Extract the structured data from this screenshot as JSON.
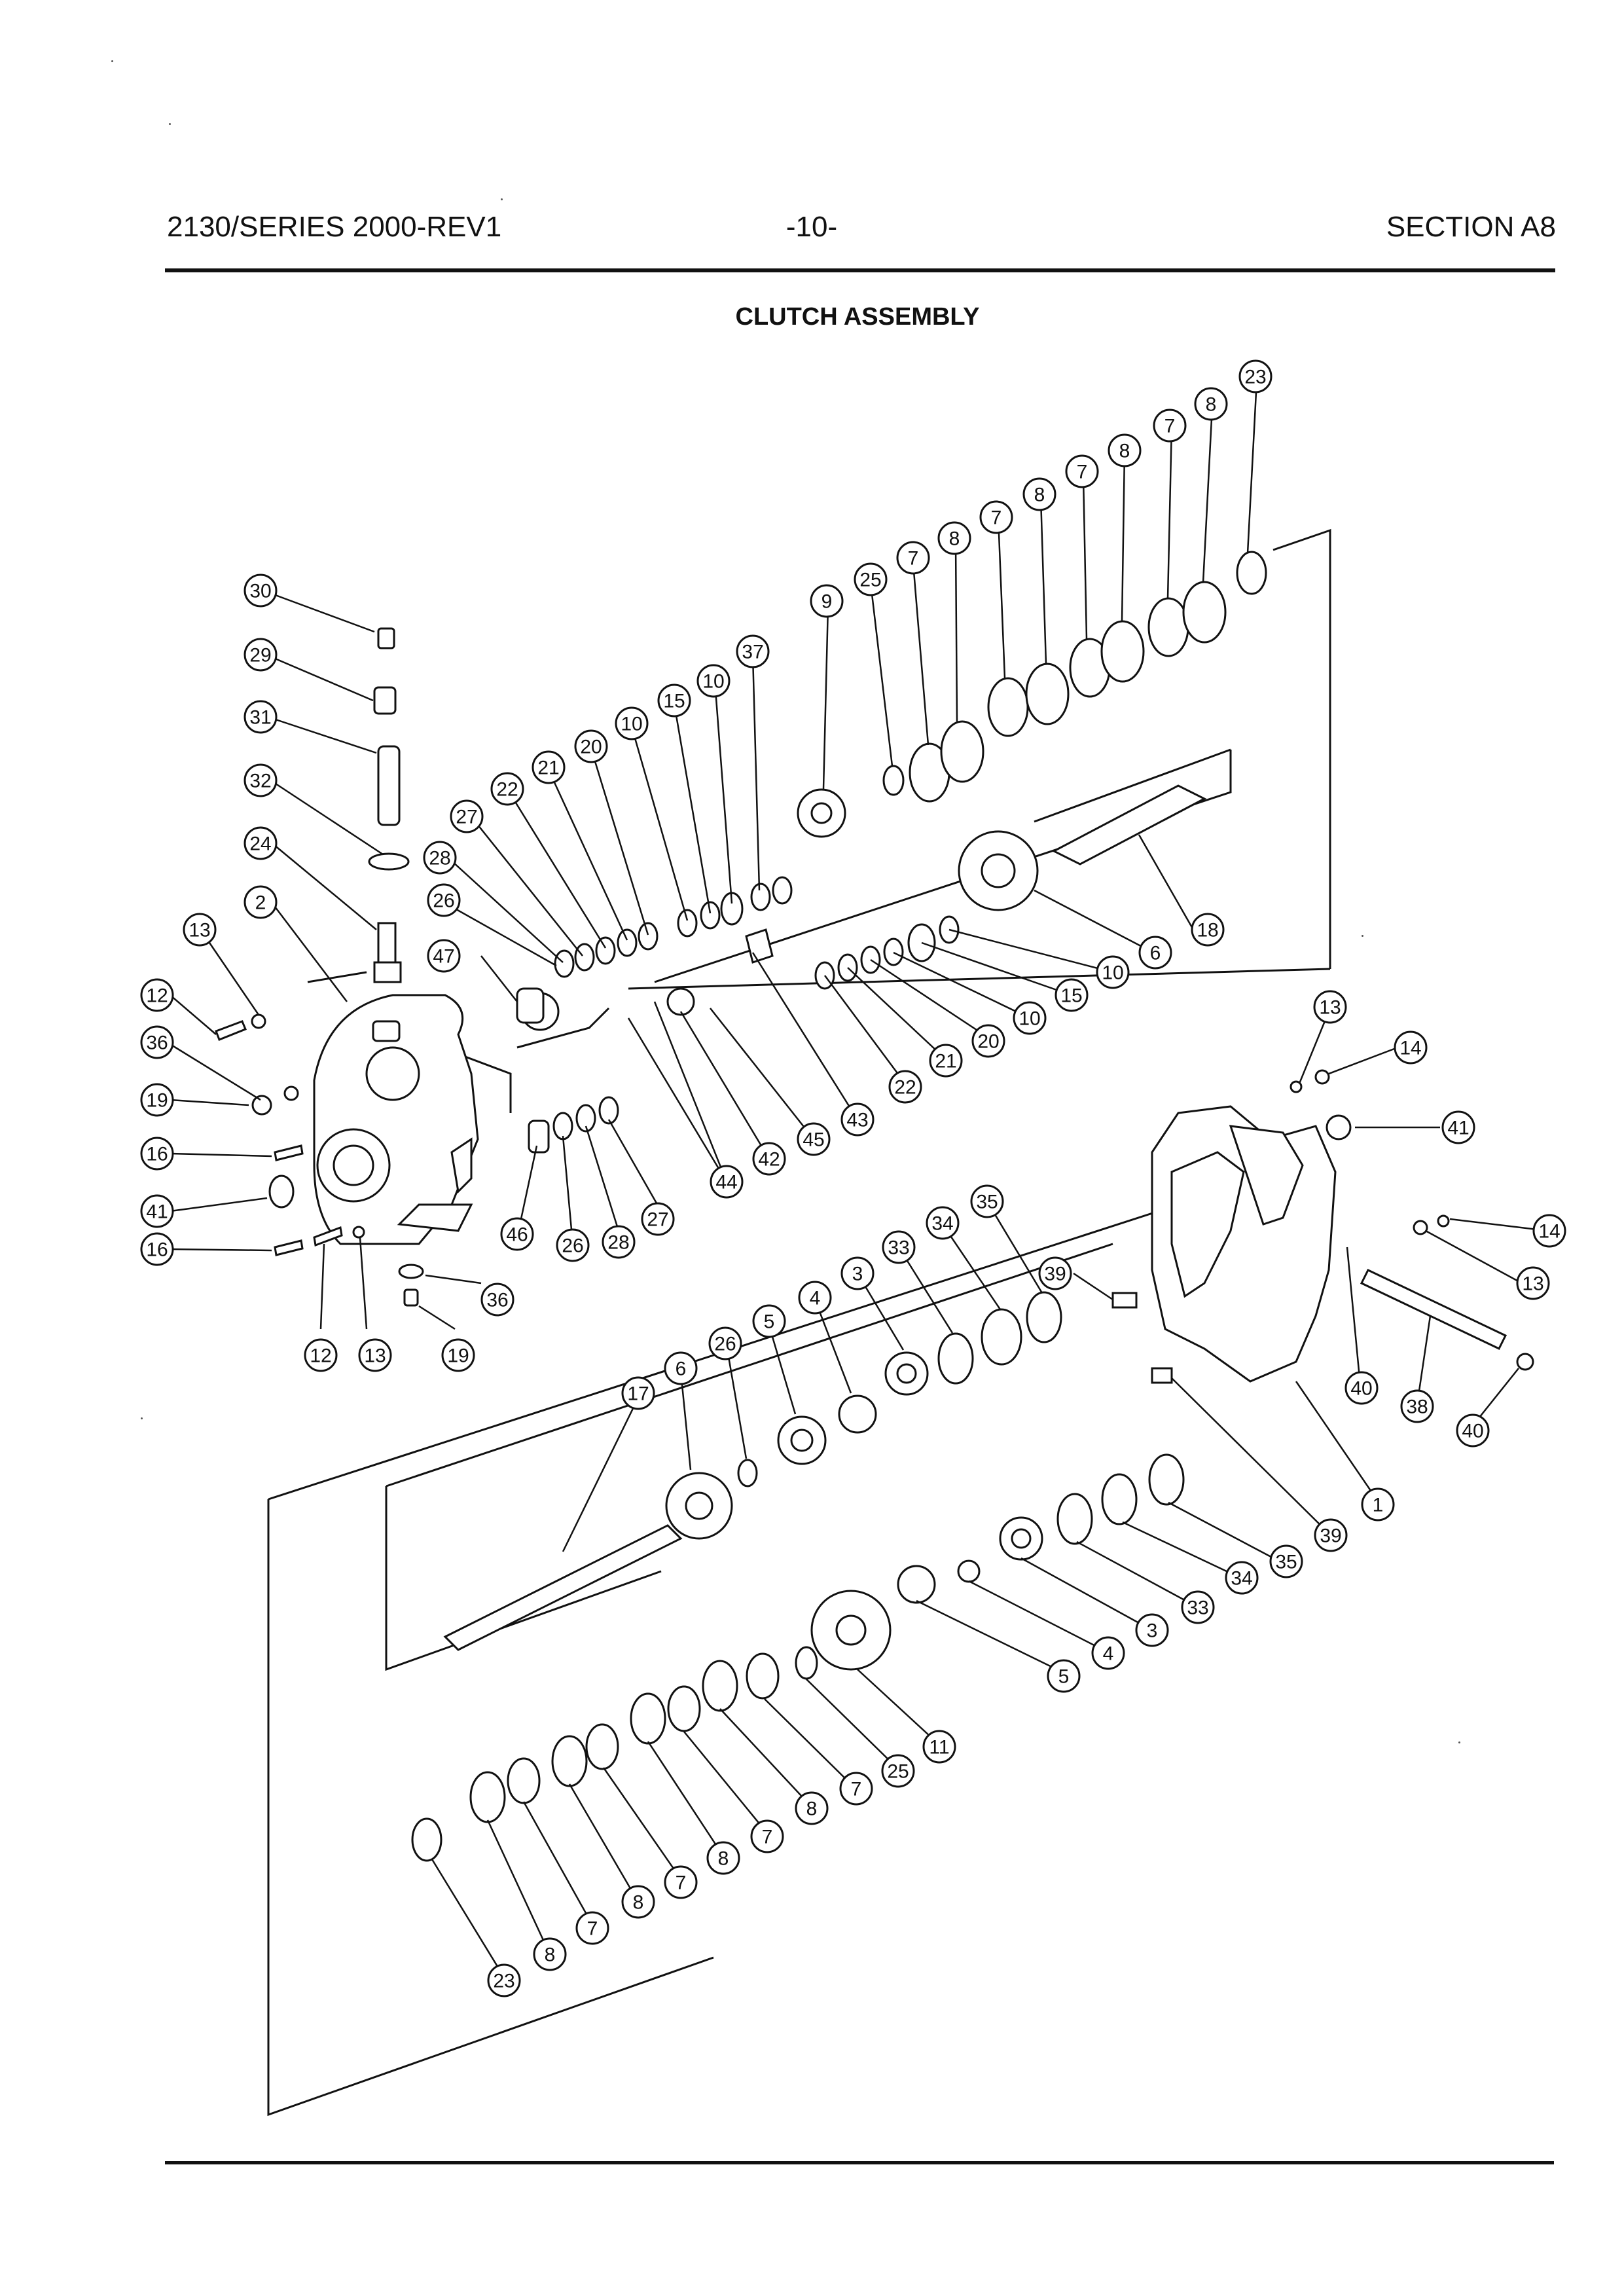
{
  "header": {
    "left": "2130/SERIES 2000-REV1",
    "center": "-10-",
    "right": "SECTION A8"
  },
  "diagram": {
    "title": "CLUTCH ASSEMBLY",
    "callouts": [
      "1",
      "2",
      "3",
      "4",
      "5",
      "6",
      "7",
      "8",
      "9",
      "10",
      "11",
      "12",
      "13",
      "14",
      "15",
      "16",
      "17",
      "18",
      "19",
      "20",
      "21",
      "22",
      "23",
      "24",
      "25",
      "26",
      "27",
      "28",
      "29",
      "30",
      "31",
      "32",
      "33",
      "34",
      "35",
      "36",
      "37",
      "38",
      "39",
      "40",
      "41",
      "42",
      "43",
      "44",
      "45",
      "46",
      "47"
    ]
  },
  "colors": {
    "ink": "#111111",
    "paper": "#ffffff"
  }
}
